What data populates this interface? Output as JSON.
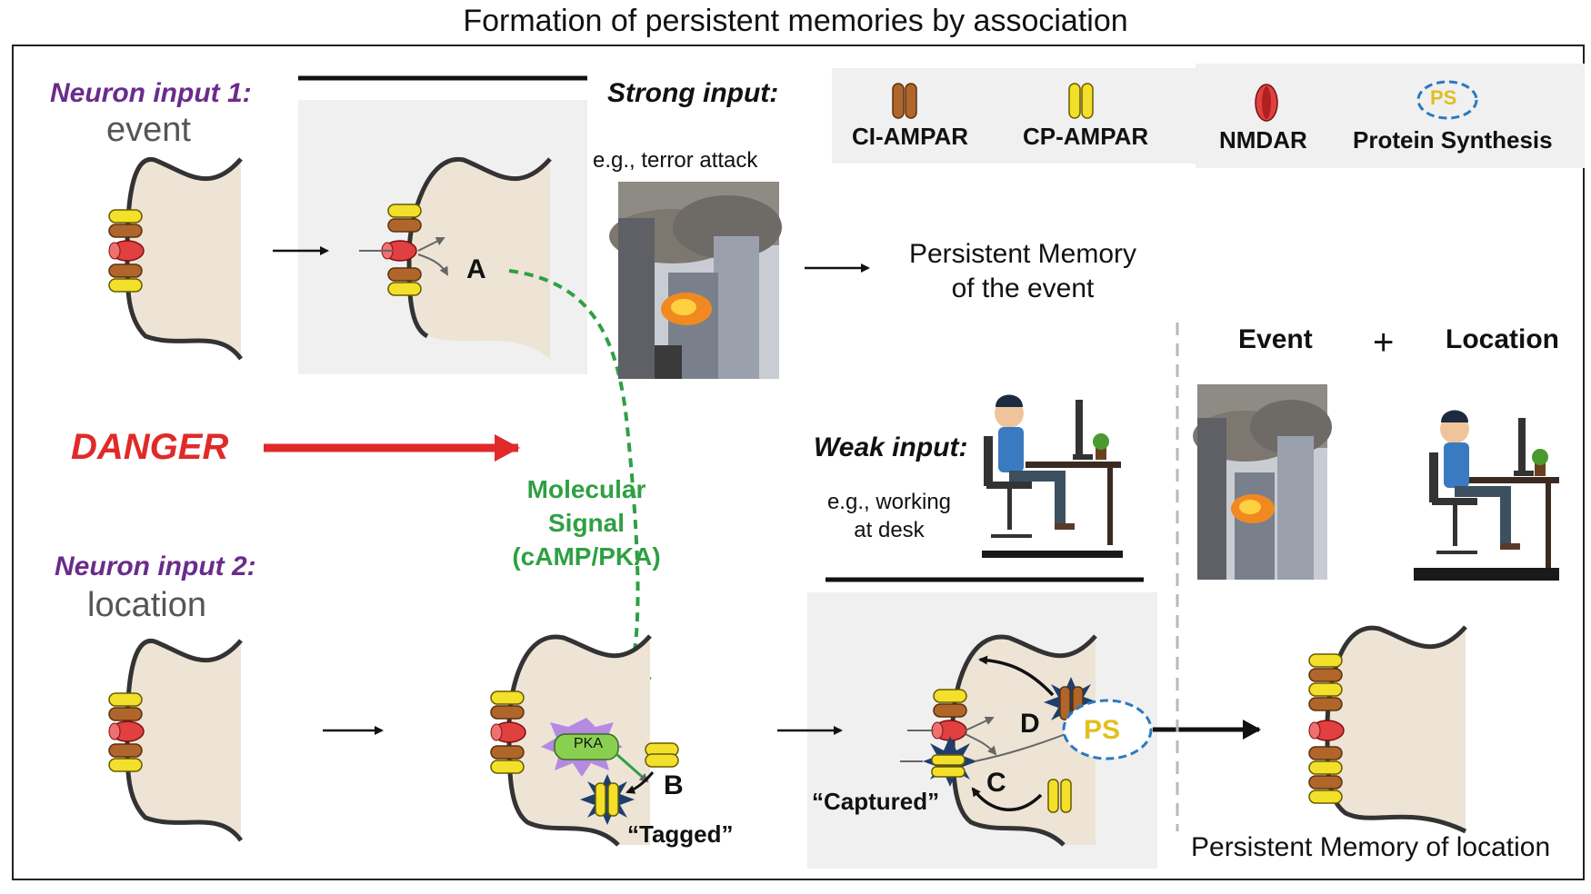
{
  "title": "Formation of persistent memories by association",
  "labels": {
    "neuron_input_1": "Neuron input 1:",
    "input_1_sub": "event",
    "neuron_input_2": "Neuron input 2:",
    "input_2_sub": "location",
    "danger": "DANGER",
    "strong_input": "Strong input:",
    "strong_example": "e.g., terror attack",
    "weak_input": "Weak input:",
    "weak_example_1": "e.g., working",
    "weak_example_2": "at desk",
    "persistent_event_1": "Persistent Memory",
    "persistent_event_2": "of the event",
    "molecular_1": "Molecular",
    "molecular_2": "Signal",
    "molecular_3": "(cAMP/PKA)",
    "event": "Event",
    "plus": "+",
    "location": "Location",
    "persistent_location": "Persistent Memory of location",
    "tagged": "“Tagged”",
    "captured": "“Captured”",
    "step_a": "A",
    "step_b": "B",
    "step_c": "C",
    "step_d": "D",
    "pka": "PKA",
    "ps": "PS"
  },
  "legend": {
    "ci_ampar": "CI-AMPAR",
    "cp_ampar": "CP-AMPAR",
    "nmdar": "NMDAR",
    "protein_synthesis": "Protein Synthesis"
  },
  "colors": {
    "purple": "#6a2c8c",
    "danger_red": "#e02a2a",
    "signal_green": "#2ea043",
    "ci_ampar": "#b0662a",
    "cp_ampar": "#f2e02a",
    "nmdar": "#e04040",
    "ps_blue": "#2a7ac0",
    "neuron_fill": "#ede4d6",
    "panel_bg": "#f0f0f0"
  }
}
